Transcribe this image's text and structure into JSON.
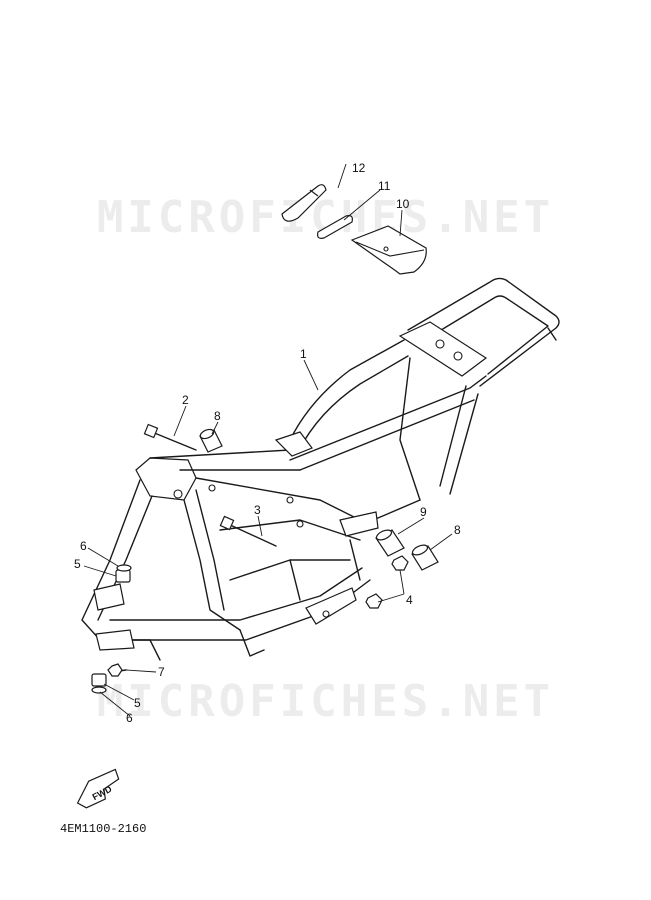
{
  "watermark": {
    "text": "MICROFICHES.NET"
  },
  "diagram_code": "4EM1100-2160",
  "fwd_label": "FWD",
  "labels": [
    {
      "id": "p1",
      "text": "1"
    },
    {
      "id": "p2",
      "text": "2"
    },
    {
      "id": "p3",
      "text": "3"
    },
    {
      "id": "p4",
      "text": "4"
    },
    {
      "id": "p5a",
      "text": "5"
    },
    {
      "id": "p5b",
      "text": "5"
    },
    {
      "id": "p6a",
      "text": "6"
    },
    {
      "id": "p6b",
      "text": "6"
    },
    {
      "id": "p7",
      "text": "7"
    },
    {
      "id": "p8a",
      "text": "8"
    },
    {
      "id": "p8b",
      "text": "8"
    },
    {
      "id": "p9",
      "text": "9"
    },
    {
      "id": "p10",
      "text": "10"
    },
    {
      "id": "p11",
      "text": "11"
    },
    {
      "id": "p12",
      "text": "12"
    }
  ]
}
